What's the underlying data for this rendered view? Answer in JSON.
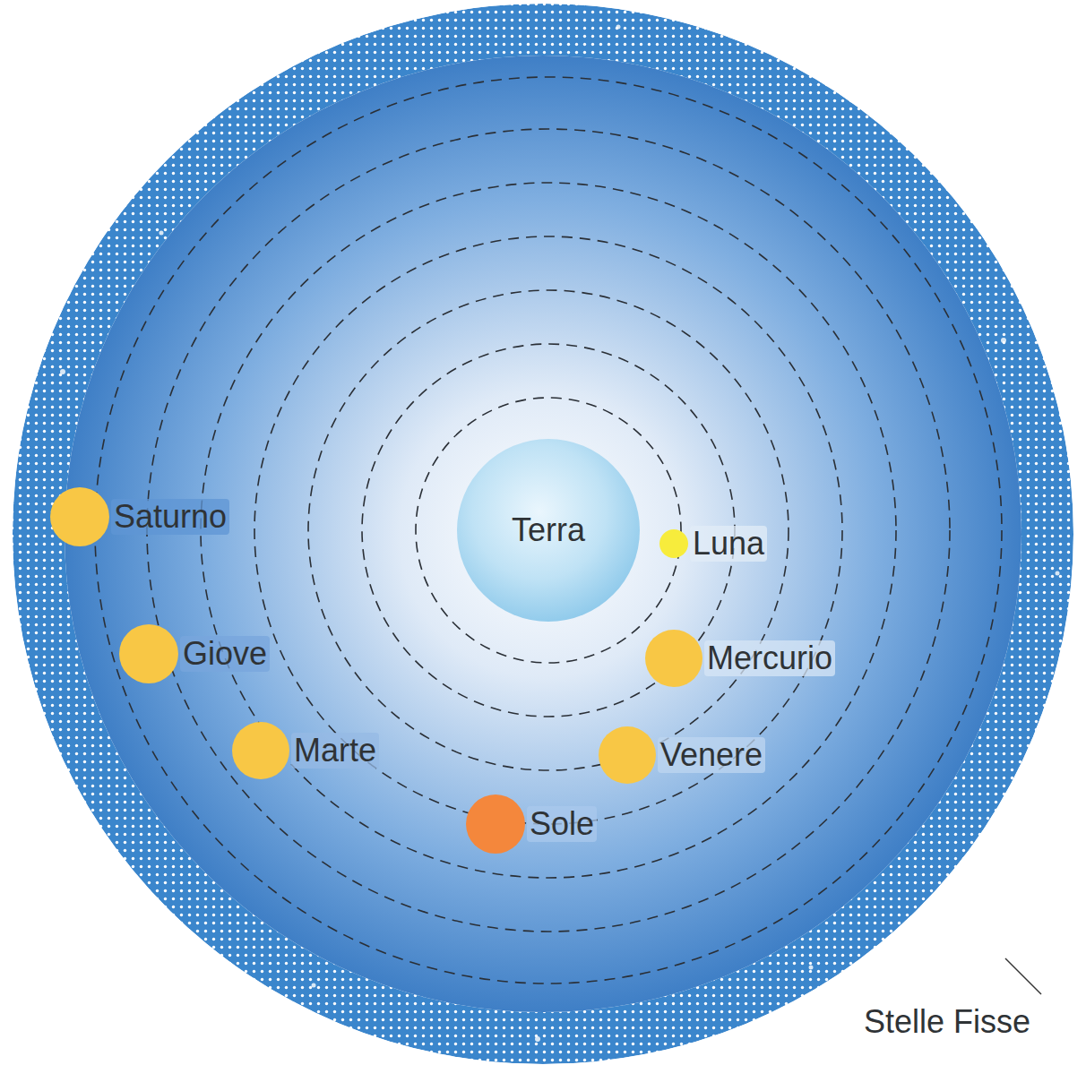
{
  "diagram": {
    "nodes": [
      {
        "text": [
          "Terra"
        ]
      },
      {
        "text": [
          "Luna"
        ]
      },
      {
        "text": [
          "Mercurio"
        ]
      },
      {
        "text": [
          "Venere"
        ]
      },
      {
        "text": [
          "Sole"
        ]
      },
      {
        "text": [
          "Marte"
        ]
      },
      {
        "text": [
          "Giove"
        ]
      },
      {
        "text": [
          "Saturno"
        ]
      }
    ],
    "labels": [
      "Stelle Fisse"
    ]
  }
}
